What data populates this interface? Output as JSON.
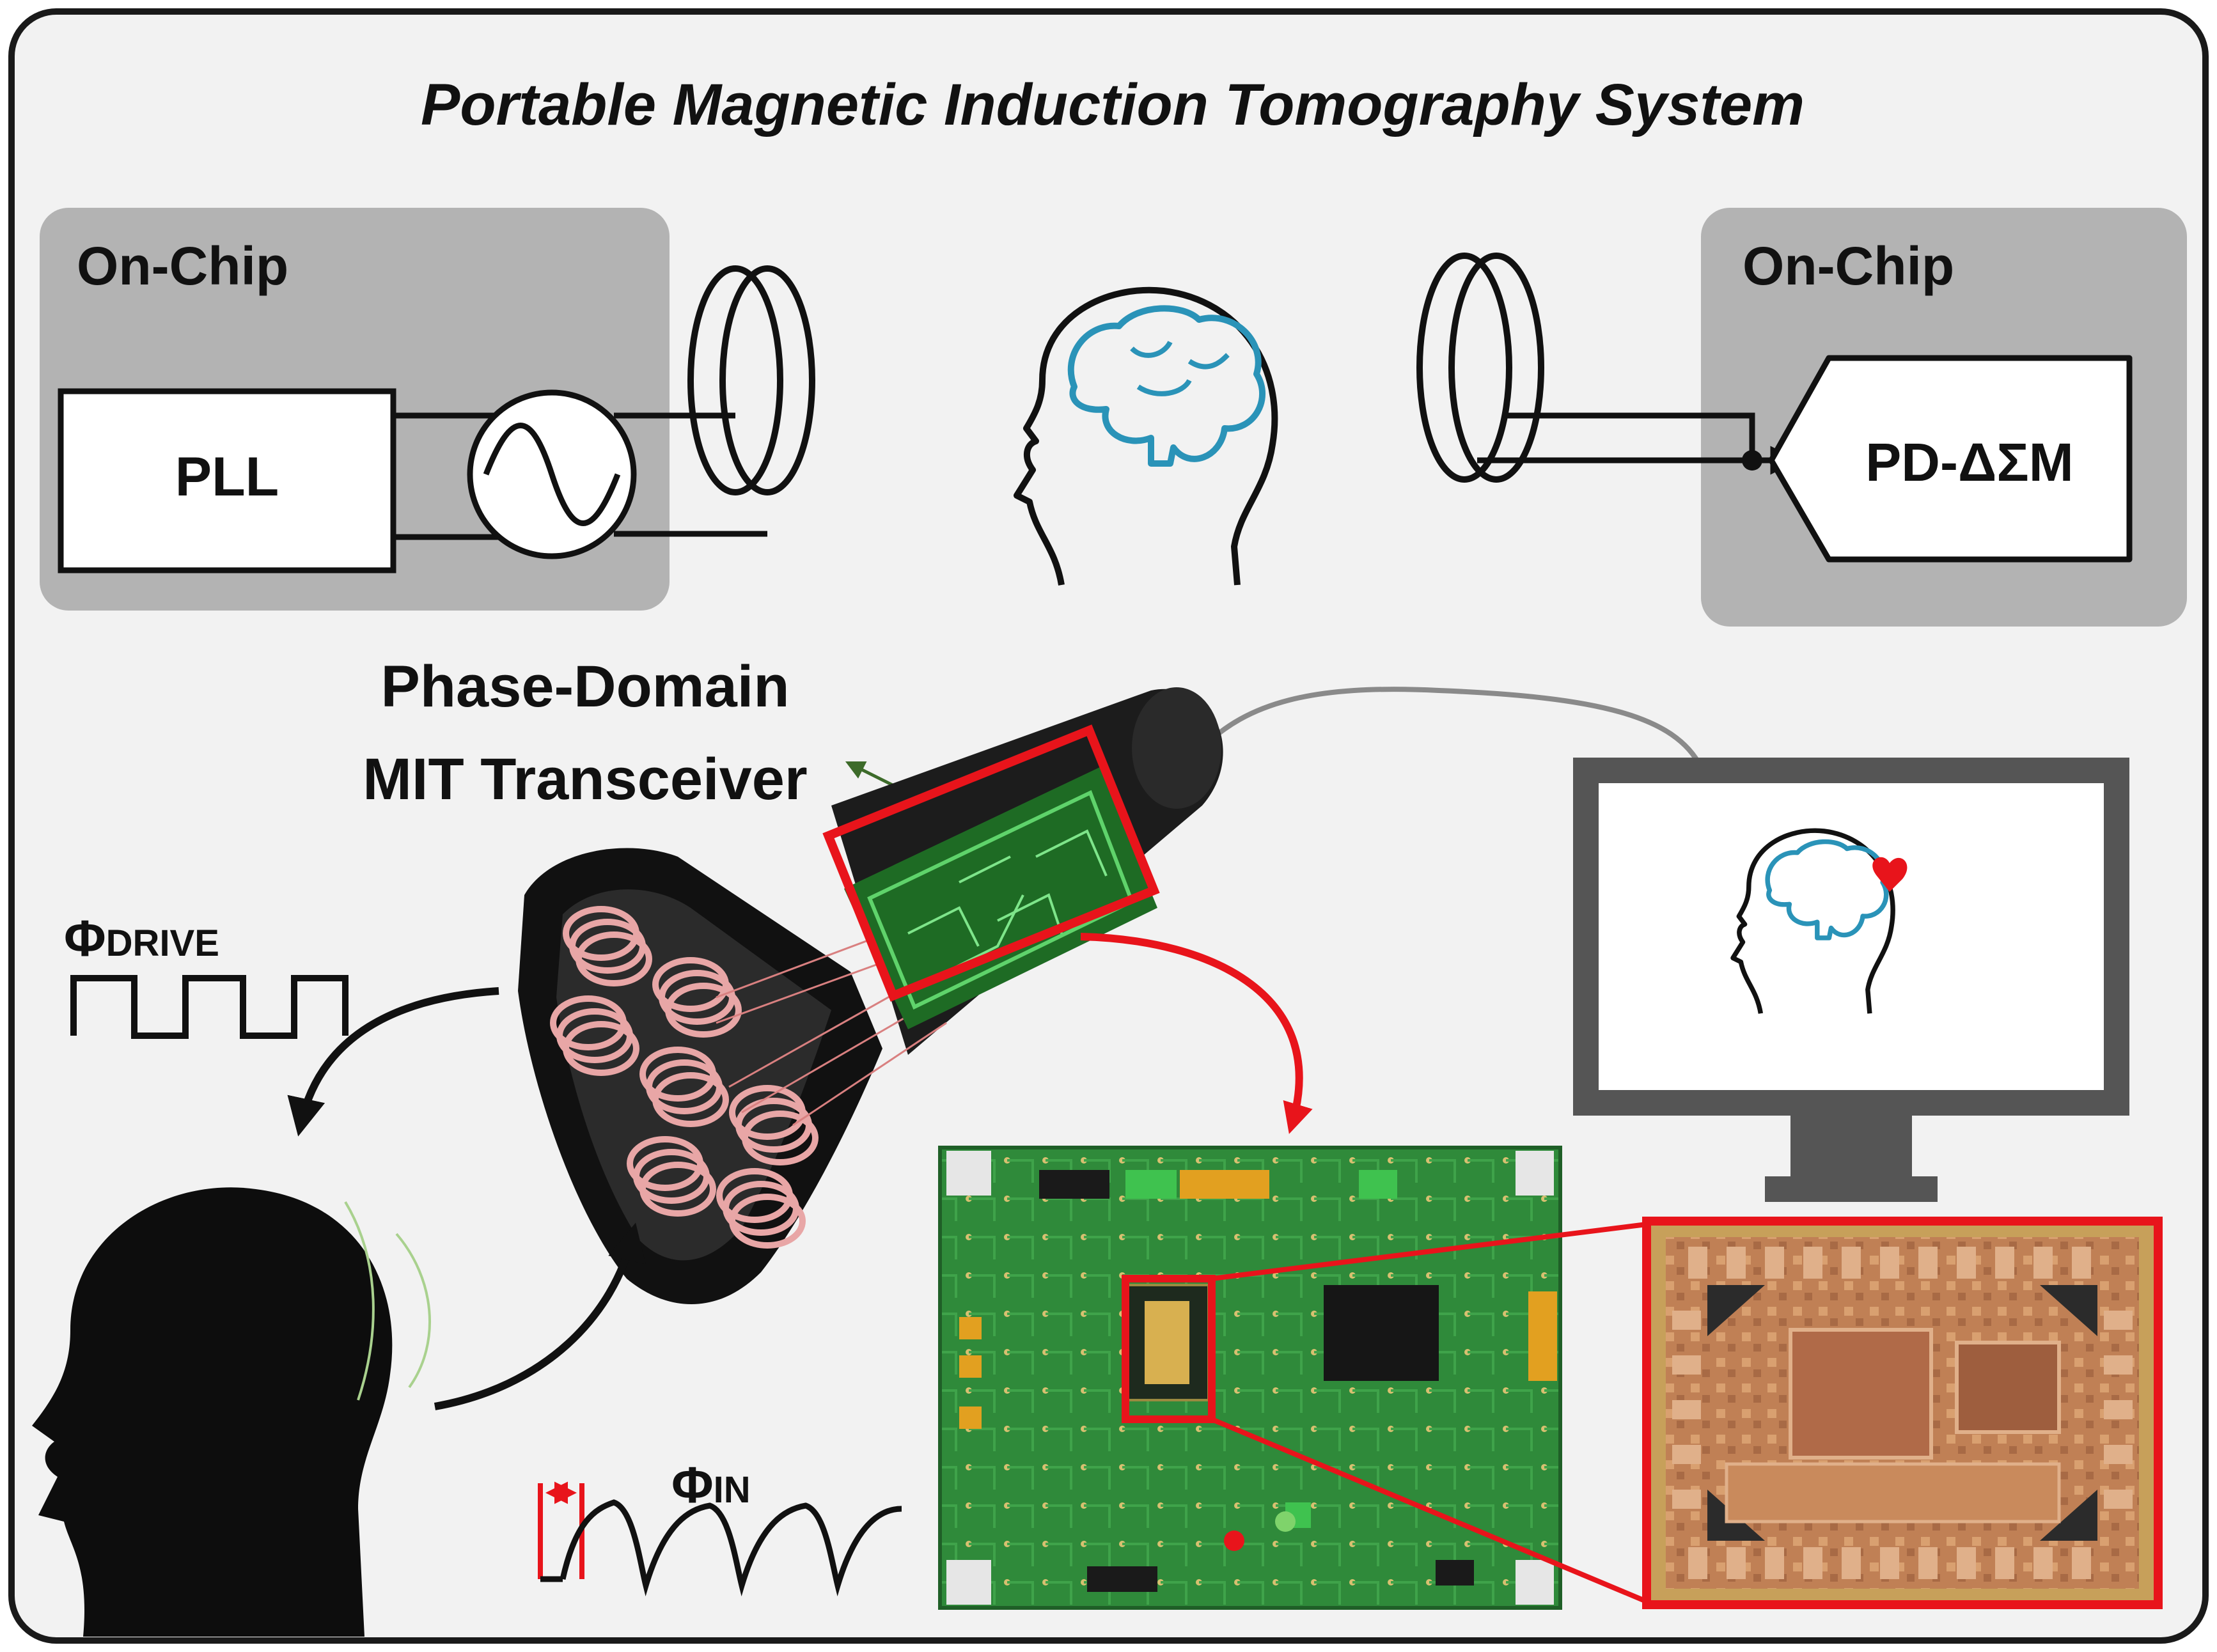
{
  "title": "Portable Magnetic Induction Tomography System",
  "tx_block": {
    "label": "On-Chip",
    "pll_label": "PLL"
  },
  "rx_block": {
    "label": "On-Chip",
    "demod_label": "PD-ΔΣM"
  },
  "transceiver_label": {
    "line1": "Phase-Domain",
    "line2": "MIT Transceiver"
  },
  "signals": {
    "drive_symbol": "Φ",
    "drive_sub": "DRIVE",
    "in_symbol": "Φ",
    "in_sub": "IN"
  },
  "colors": {
    "panel_bg": "#f2f2f2",
    "chip_block": "#b3b3b3",
    "brain": "#2a93b8",
    "highlight": "#e8141b",
    "coil": "#e8a6a6",
    "pcb": "#2f8a3a",
    "die": "#b8754e"
  }
}
